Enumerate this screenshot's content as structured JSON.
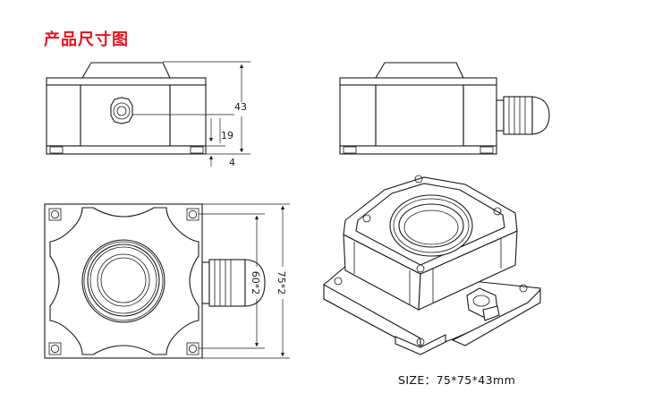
{
  "header": {
    "title": "产品尺寸图"
  },
  "dimensions": {
    "height_total": "43",
    "height_mid": "19",
    "base_thickness": "4",
    "mount_hole_spacing": "60*2",
    "body_width": "75*2"
  },
  "caption": {
    "size_text": "SIZE：75*75*43mm"
  },
  "colors": {
    "title": "#e8121c",
    "line": "#1a1a1a",
    "background": "#ffffff"
  }
}
